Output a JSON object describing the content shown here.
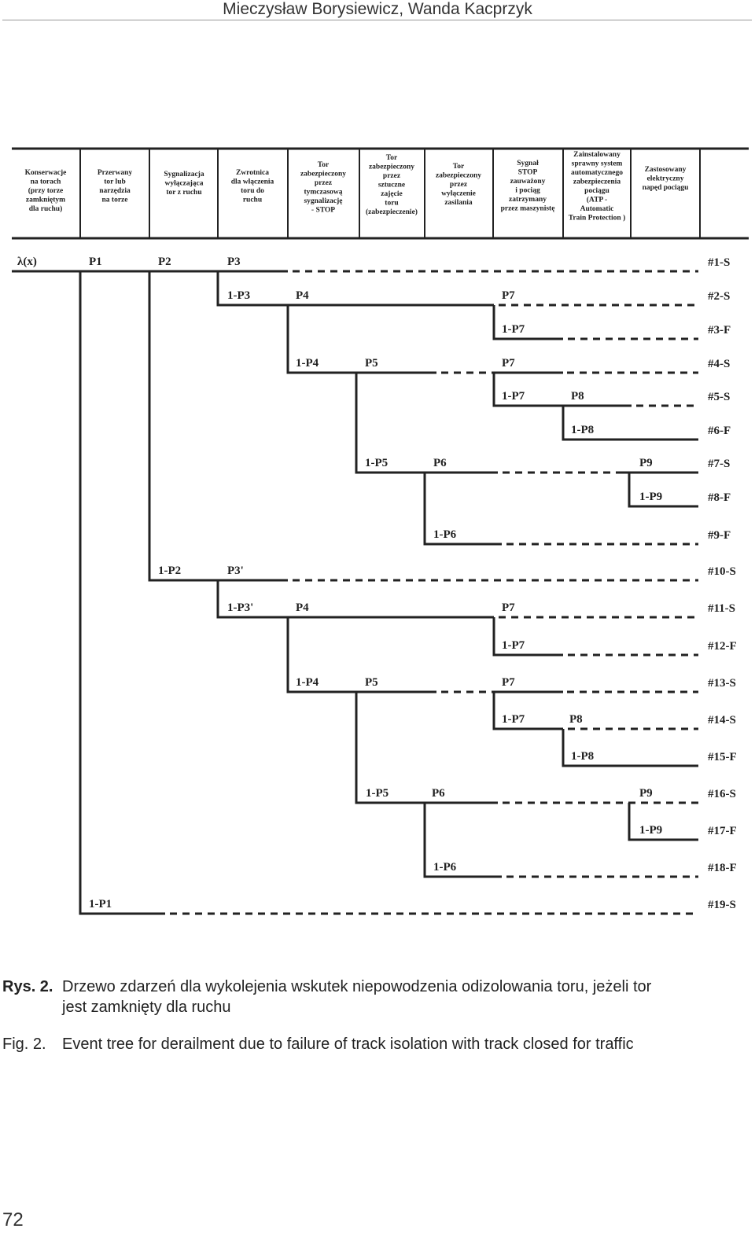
{
  "running_head": "Mieczysław Borysiewicz, Wanda Kacprzyk",
  "figure": {
    "headers": [
      [
        "Konserwacje",
        "na torach",
        "(przy torze",
        "zamkniętym",
        "dla ruchu)"
      ],
      [
        "Przerwany",
        "tor lub",
        "narzędzia",
        "na torze"
      ],
      [
        "Sygnalizacja",
        "wyłączająca",
        "tor z ruchu"
      ],
      [
        "Zwrotnica",
        "dla włączenia",
        "toru do",
        "ruchu"
      ],
      [
        "Tor",
        "zabezpieczony",
        "przez",
        "tymczasową",
        "sygnalizację",
        "- STOP"
      ],
      [
        "Tor",
        "zabezpieczony",
        "przez",
        "sztuczne",
        "zajęcie",
        "toru",
        "(zabezpieczenie)"
      ],
      [
        "Tor",
        "zabezpieczony",
        "przez",
        "wyłączenie",
        "zasilania"
      ],
      [
        "Sygnał",
        "STOP",
        "zauważony",
        "i pociąg",
        "zatrzymany",
        "przez maszynistę"
      ],
      [
        "Zainstalowany",
        "sprawny system",
        "automatycznego",
        "zabezpieczenia",
        "pociągu",
        "(ATP -",
        "Automatic",
        "Train Protection )"
      ],
      [
        "Zastosowany",
        "elektryczny",
        "napęd pociągu"
      ]
    ],
    "initiator": "λ(x)",
    "outcomes": [
      "#1-S",
      "#2-S",
      "#3-F",
      "#4-S",
      "#5-S",
      "#6-F",
      "#7-S",
      "#8-F",
      "#9-F",
      "#10-S",
      "#11-S",
      "#12-F",
      "#13-S",
      "#14-S",
      "#15-F",
      "#16-S",
      "#17-F",
      "#18-F",
      "#19-S"
    ],
    "branch_labels": [
      "P1",
      "P2",
      "P3",
      "1-P3",
      "P4",
      "P7",
      "1-P7",
      "1-P4",
      "P5",
      "P7",
      "1-P7",
      "P8",
      "1-P8",
      "1-P5",
      "P6",
      "P9",
      "1-P9",
      "1-P6",
      "1-P2",
      "P3'",
      "1-P3'",
      "P4",
      "P7",
      "1-P7",
      "1-P4",
      "P5",
      "P7",
      "1-P7",
      "P8",
      "1-P8",
      "1-P5",
      "P6",
      "P9",
      "1-P9",
      "1-P6",
      "1-P1"
    ]
  },
  "caption": {
    "pl_key": "Rys. 2.",
    "pl_text_line1": "Drzewo zdarzeń dla wykolejenia wskutek niepowodzenia odizolowania toru, jeżeli tor",
    "pl_text_line2": "jest zamknięty dla ruchu",
    "en_key": "Fig. 2.",
    "en_text": "Event tree for derailment due to failure of track isolation with track closed for traffic"
  },
  "page_number": "72"
}
